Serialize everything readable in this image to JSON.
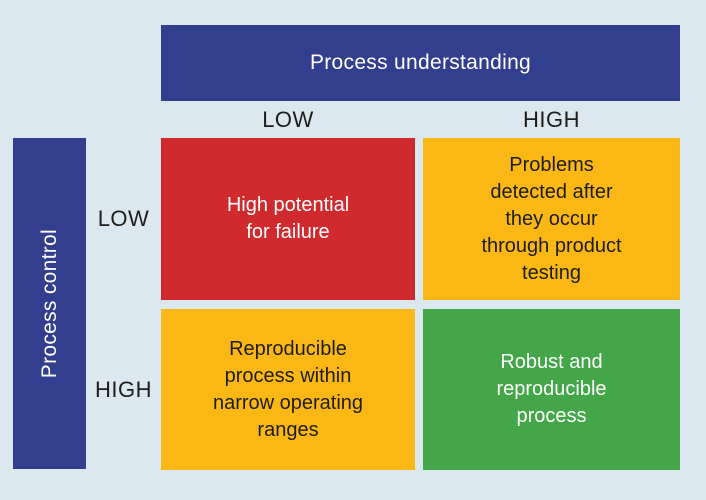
{
  "colors": {
    "background": "#dbe8f0",
    "axis_bar": "#323f8e",
    "red": "#d02a2f",
    "yellow": "#fbb814",
    "green": "#43a648",
    "text_dark": "#1d1d1b",
    "text_light": "#ffffff"
  },
  "top_axis": {
    "title": "Process understanding",
    "low_label": "LOW",
    "high_label": "HIGH"
  },
  "left_axis": {
    "title": "Process control",
    "low_label": "LOW",
    "high_label": "HIGH"
  },
  "quadrants": {
    "top_left": {
      "text": "High potential\nfor failure",
      "color": "#d02a2f",
      "process_understanding": "LOW",
      "process_control": "LOW"
    },
    "top_right": {
      "text": "Problems\ndetected after\nthey occur\nthrough product\ntesting",
      "color": "#fbb814",
      "process_understanding": "HIGH",
      "process_control": "LOW"
    },
    "bottom_left": {
      "text": "Reproducible\nprocess within\nnarrow operating\nranges",
      "color": "#fbb814",
      "process_understanding": "LOW",
      "process_control": "HIGH"
    },
    "bottom_right": {
      "text": "Robust and\nreproducible\nprocess",
      "color": "#43a648",
      "process_understanding": "HIGH",
      "process_control": "HIGH"
    }
  }
}
